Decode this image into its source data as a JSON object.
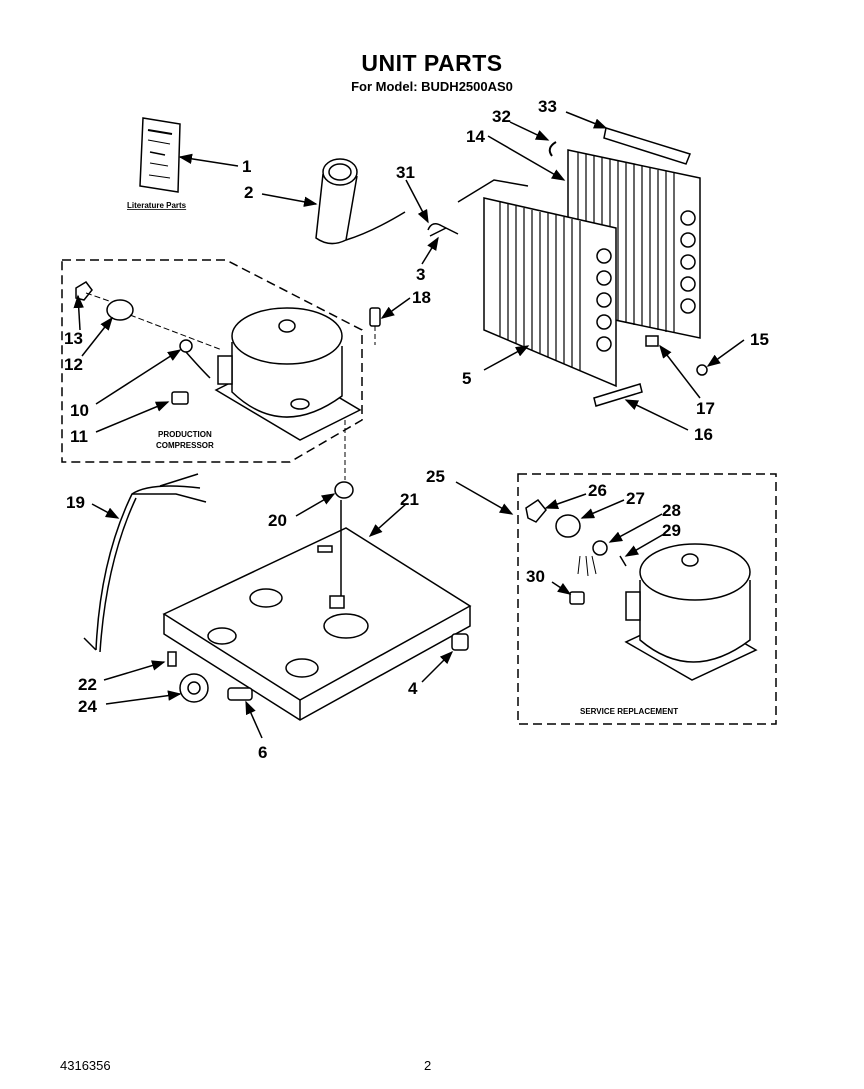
{
  "header": {
    "title": "UNIT PARTS",
    "subtitle": "For Model: BUDH2500AS0"
  },
  "labels": {
    "literature_parts": "Literature Parts",
    "production_compressor_line1": "PRODUCTION",
    "production_compressor_line2": "COMPRESSOR",
    "service_replacement": "SERVICE REPLACEMENT"
  },
  "callouts": [
    "1",
    "2",
    "3",
    "4",
    "5",
    "6",
    "10",
    "11",
    "12",
    "13",
    "14",
    "15",
    "16",
    "17",
    "18",
    "19",
    "20",
    "21",
    "22",
    "24",
    "25",
    "26",
    "27",
    "28",
    "29",
    "30",
    "31",
    "32",
    "33"
  ],
  "footer": {
    "doc_number": "4316356",
    "page_number": "2"
  }
}
